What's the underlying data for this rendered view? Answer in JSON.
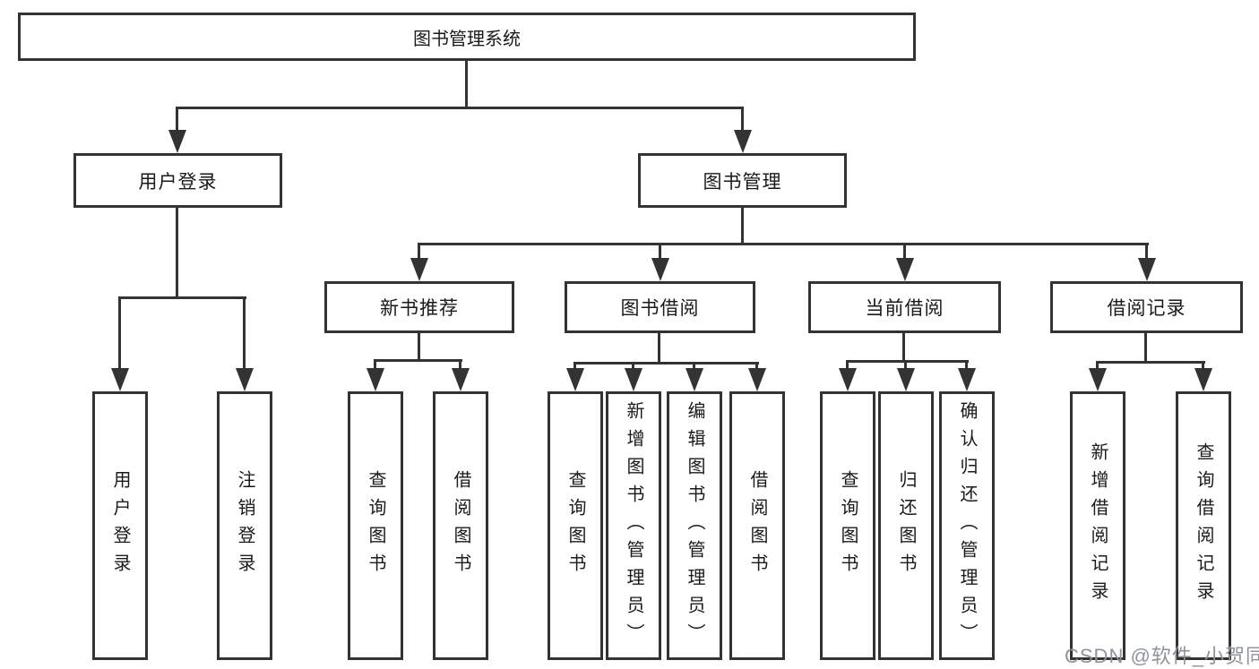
{
  "tree": {
    "label": "图书管理系统",
    "children": [
      {
        "label": "用户登录",
        "children": [
          {
            "label": "用户登录"
          },
          {
            "label": "注销登录"
          }
        ]
      },
      {
        "label": "图书管理",
        "children": [
          {
            "label": "新书推荐",
            "children": [
              {
                "label": "查询图书"
              },
              {
                "label": "借阅图书"
              }
            ]
          },
          {
            "label": "图书借阅",
            "children": [
              {
                "label": "查询图书"
              },
              {
                "label": "新增图书（管理员）"
              },
              {
                "label": "编辑图书（管理员）"
              },
              {
                "label": "借阅图书"
              }
            ]
          },
          {
            "label": "当前借阅",
            "children": [
              {
                "label": "查询图书"
              },
              {
                "label": "归还图书"
              },
              {
                "label": "确认归还（管理员）"
              }
            ]
          },
          {
            "label": "借阅记录",
            "children": [
              {
                "label": "新增借阅记录"
              },
              {
                "label": "查询借阅记录"
              }
            ]
          }
        ]
      }
    ]
  },
  "watermark": "CSDN @软件_小贺同学",
  "colors": {
    "line": "#333333",
    "text": "#1a1a1a",
    "bg": "#ffffff",
    "watermark": "#8e949b"
  }
}
